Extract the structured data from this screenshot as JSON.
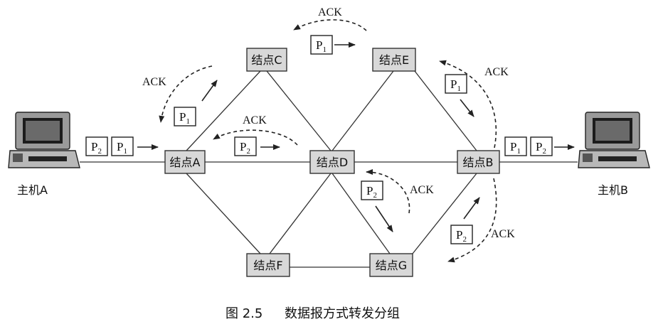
{
  "figure": {
    "caption_number": "图 2.5",
    "caption_title": "数据报方式转发分组"
  },
  "hosts": {
    "a": "主机A",
    "b": "主机B"
  },
  "nodes": {
    "a": "结点A",
    "b": "结点B",
    "c": "结点C",
    "d": "结点D",
    "e": "结点E",
    "f": "结点F",
    "g": "结点G"
  },
  "packets": {
    "p1": {
      "letter": "P",
      "sub": "1"
    },
    "p2": {
      "letter": "P",
      "sub": "2"
    }
  },
  "ack_label": "ACK"
}
